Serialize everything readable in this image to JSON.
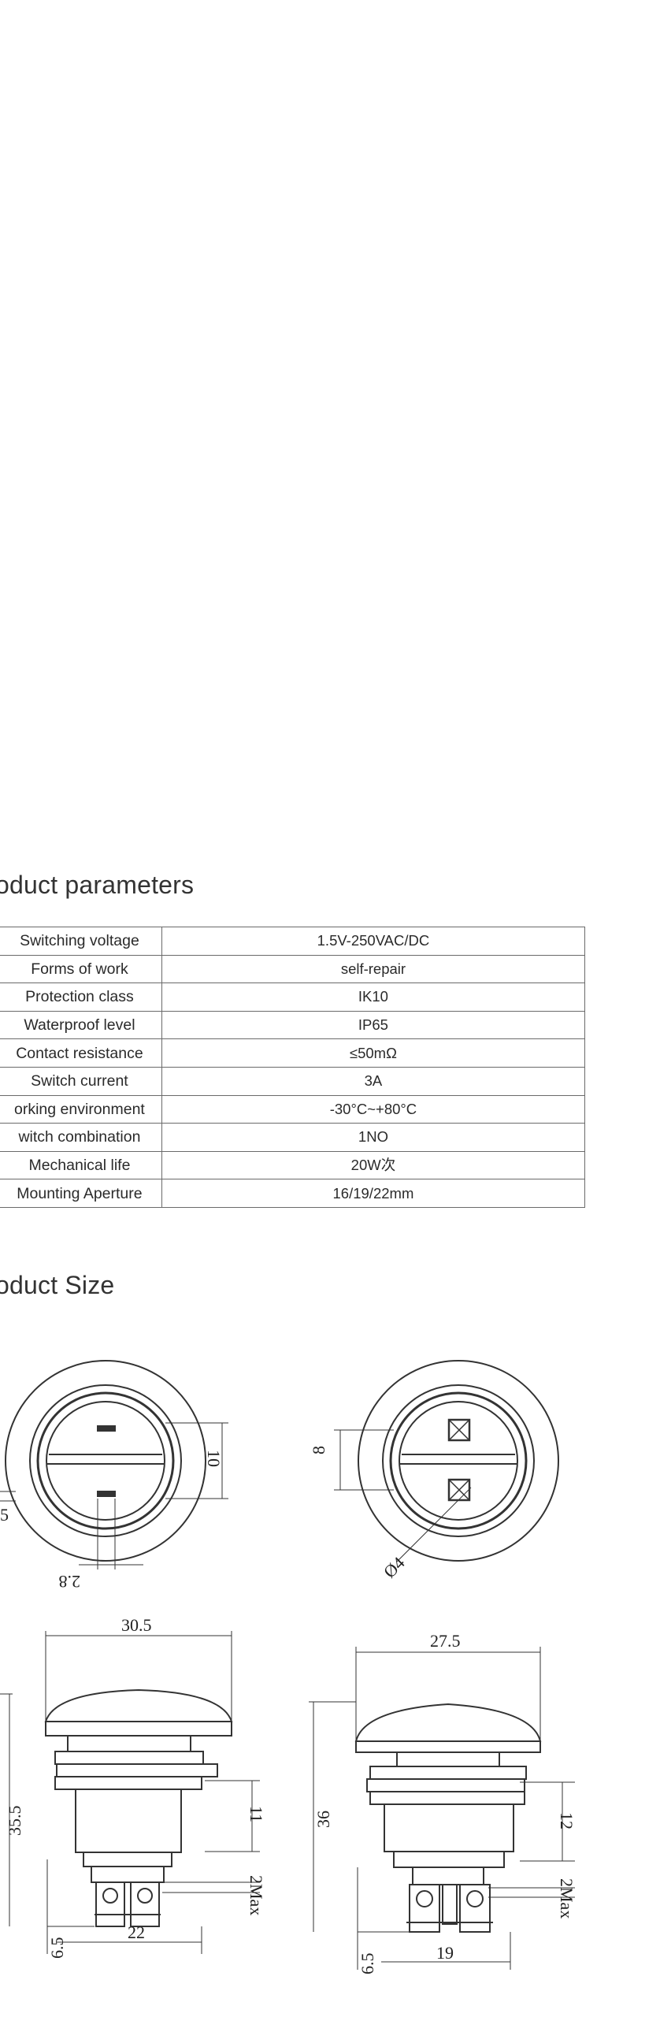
{
  "sections": {
    "parameters_title": "oduct parameters",
    "size_title": "oduct Size"
  },
  "params": [
    {
      "label": "Switching voltage",
      "value": "1.5V-250VAC/DC"
    },
    {
      "label": "Forms of work",
      "value": "self-repair"
    },
    {
      "label": "Protection class",
      "value": "IK10"
    },
    {
      "label": "Waterproof level",
      "value": "IP65"
    },
    {
      "label": "Contact resistance",
      "value": "≤50mΩ"
    },
    {
      "label": "Switch current",
      "value": "3A"
    },
    {
      "label": "orking environment",
      "value": "-30°C~+80°C"
    },
    {
      "label": "witch combination",
      "value": "1NO"
    },
    {
      "label": "Mechanical life",
      "value": "20W次"
    },
    {
      "label": "Mounting Aperture",
      "value": "16/19/22mm"
    }
  ],
  "dimensions": {
    "left_top_inner": "10",
    "left_top_bottom": "2.8",
    "left_top_side": "5",
    "right_top_side": "8",
    "right_top_diag": "Ø4",
    "left_side_width": "30.5",
    "left_side_height": "35.5",
    "left_side_mid": "11",
    "left_side_base": "22",
    "left_side_tail": "6.5",
    "left_side_max": "2Max",
    "right_side_width": "27.5",
    "right_side_height": "36",
    "right_side_mid": "12",
    "right_side_base": "19",
    "right_side_tail": "6.5",
    "right_side_max": "2Max"
  }
}
